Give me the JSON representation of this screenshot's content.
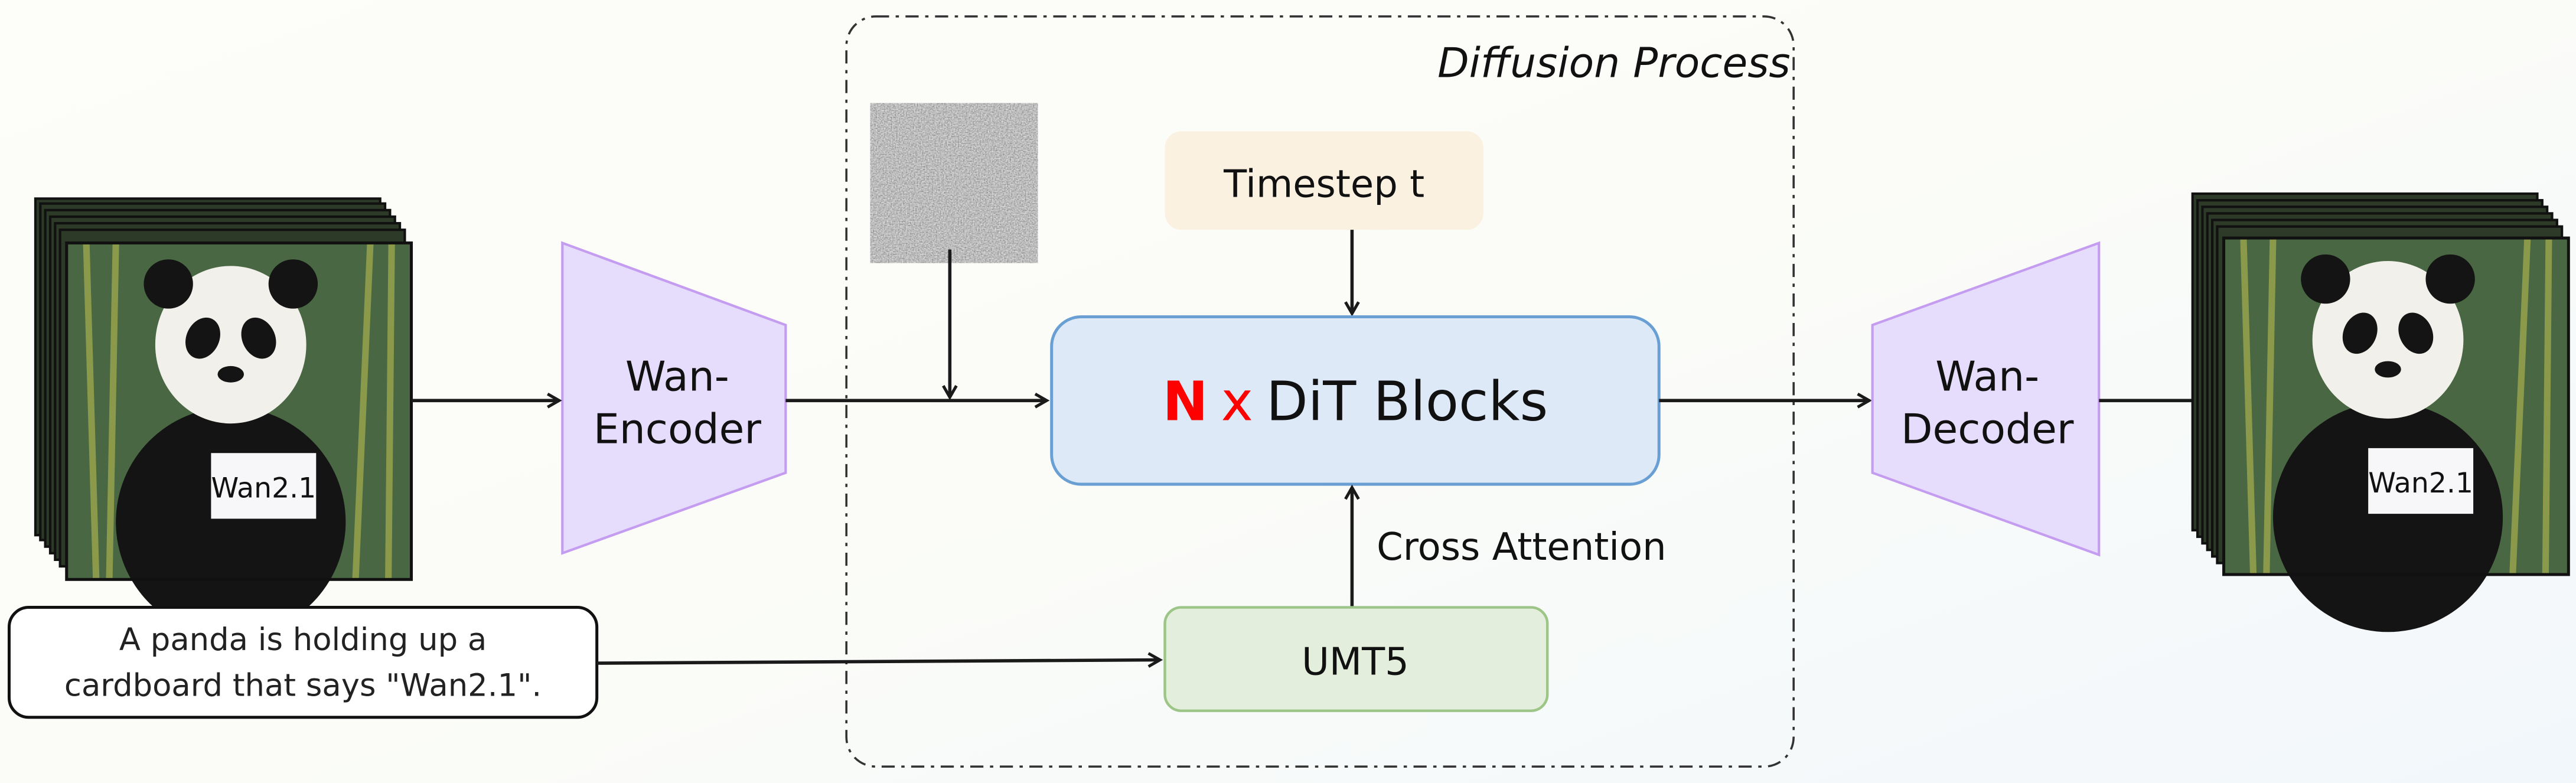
{
  "diagram": {
    "diffusion_label": "Diffusion Process",
    "encoder": {
      "line1": "Wan-",
      "line2": "Encoder"
    },
    "decoder": {
      "line1": "Wan-",
      "line2": "Decoder"
    },
    "timestep": "Timestep t",
    "dit": {
      "n": "N",
      "x": "x",
      "label": "DiT Blocks"
    },
    "cross_attention": "Cross Attention",
    "text_encoder": "UMT5",
    "prompt": {
      "line1": "A panda is holding up a",
      "line2": "cardboard that says \"Wan2.1\"."
    },
    "sign_text": "Wan2.1"
  },
  "colors": {
    "encoder_fill": "#e6dcfb",
    "encoder_stroke": "#c49cf0",
    "timestep_fill": "#faf1e0",
    "dit_fill": "#dee9f8",
    "dit_stroke": "#6a9fd4",
    "umt5_fill": "#e3efdc",
    "umt5_stroke": "#9cc587",
    "accent_red": "#ff0000"
  }
}
